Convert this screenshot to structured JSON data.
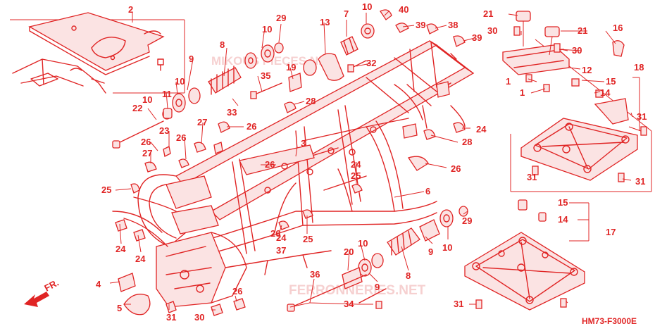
{
  "diagram": {
    "code": "HM73-F3000E",
    "direction_label": "FR.",
    "watermarks": [
      "MIKOUS PIECES.NET",
      "FERRONNERIES.NET"
    ],
    "callouts": [
      {
        "id": "c2",
        "text": "2"
      },
      {
        "id": "c10a",
        "text": "10"
      },
      {
        "id": "c29a",
        "text": "29"
      },
      {
        "id": "c7",
        "text": "7"
      },
      {
        "id": "c10b",
        "text": "10"
      },
      {
        "id": "c40",
        "text": "40"
      },
      {
        "id": "c39a",
        "text": "39"
      },
      {
        "id": "c38",
        "text": "38"
      },
      {
        "id": "c39b",
        "text": "39"
      },
      {
        "id": "c21a",
        "text": "21"
      },
      {
        "id": "c30a",
        "text": "30"
      },
      {
        "id": "c21b",
        "text": "21"
      },
      {
        "id": "c16",
        "text": "16"
      },
      {
        "id": "c30b",
        "text": "30"
      },
      {
        "id": "c18",
        "text": "18"
      },
      {
        "id": "c9a",
        "text": "9"
      },
      {
        "id": "c10c",
        "text": "10"
      },
      {
        "id": "c13",
        "text": "13"
      },
      {
        "id": "c8a",
        "text": "8"
      },
      {
        "id": "c19",
        "text": "19"
      },
      {
        "id": "c32",
        "text": "32"
      },
      {
        "id": "c12",
        "text": "12"
      },
      {
        "id": "c15a",
        "text": "15"
      },
      {
        "id": "c1a",
        "text": "1"
      },
      {
        "id": "c1b",
        "text": "1"
      },
      {
        "id": "c14a",
        "text": "14"
      },
      {
        "id": "c35",
        "text": "35"
      },
      {
        "id": "c10d",
        "text": "10"
      },
      {
        "id": "c11",
        "text": "11"
      },
      {
        "id": "c28a",
        "text": "28"
      },
      {
        "id": "c33",
        "text": "33"
      },
      {
        "id": "c26a",
        "text": "26"
      },
      {
        "id": "c22",
        "text": "22"
      },
      {
        "id": "c27a",
        "text": "27"
      },
      {
        "id": "c23",
        "text": "23"
      },
      {
        "id": "c26b",
        "text": "26"
      },
      {
        "id": "c24a",
        "text": "24"
      },
      {
        "id": "c28b",
        "text": "28"
      },
      {
        "id": "c31a",
        "text": "31"
      },
      {
        "id": "c26c",
        "text": "26"
      },
      {
        "id": "c27b",
        "text": "27"
      },
      {
        "id": "c3",
        "text": "3"
      },
      {
        "id": "c26d",
        "text": "26"
      },
      {
        "id": "c24b",
        "text": "24"
      },
      {
        "id": "c25a",
        "text": "25"
      },
      {
        "id": "c26e",
        "text": "26"
      },
      {
        "id": "c31b",
        "text": "31"
      },
      {
        "id": "c31c",
        "text": "31"
      },
      {
        "id": "c25b",
        "text": "25"
      },
      {
        "id": "c6",
        "text": "6"
      },
      {
        "id": "c15b",
        "text": "15"
      },
      {
        "id": "c14b",
        "text": "14"
      },
      {
        "id": "c17",
        "text": "17"
      },
      {
        "id": "c29b",
        "text": "29"
      },
      {
        "id": "c26f",
        "text": "26"
      },
      {
        "id": "c25c",
        "text": "25"
      },
      {
        "id": "c10e",
        "text": "10"
      },
      {
        "id": "c9b",
        "text": "9"
      },
      {
        "id": "c24c",
        "text": "24"
      },
      {
        "id": "c24d",
        "text": "24"
      },
      {
        "id": "c24e",
        "text": "24"
      },
      {
        "id": "c37",
        "text": "37"
      },
      {
        "id": "c20",
        "text": "20"
      },
      {
        "id": "c10f",
        "text": "10"
      },
      {
        "id": "c8b",
        "text": "8"
      },
      {
        "id": "c4",
        "text": "4"
      },
      {
        "id": "c36",
        "text": "36"
      },
      {
        "id": "c9c",
        "text": "9"
      },
      {
        "id": "c5",
        "text": "5"
      },
      {
        "id": "c26g",
        "text": "26"
      },
      {
        "id": "c34",
        "text": "34"
      },
      {
        "id": "c31d",
        "text": "31"
      },
      {
        "id": "c31e",
        "text": "31"
      },
      {
        "id": "c30c",
        "text": "30"
      }
    ]
  }
}
